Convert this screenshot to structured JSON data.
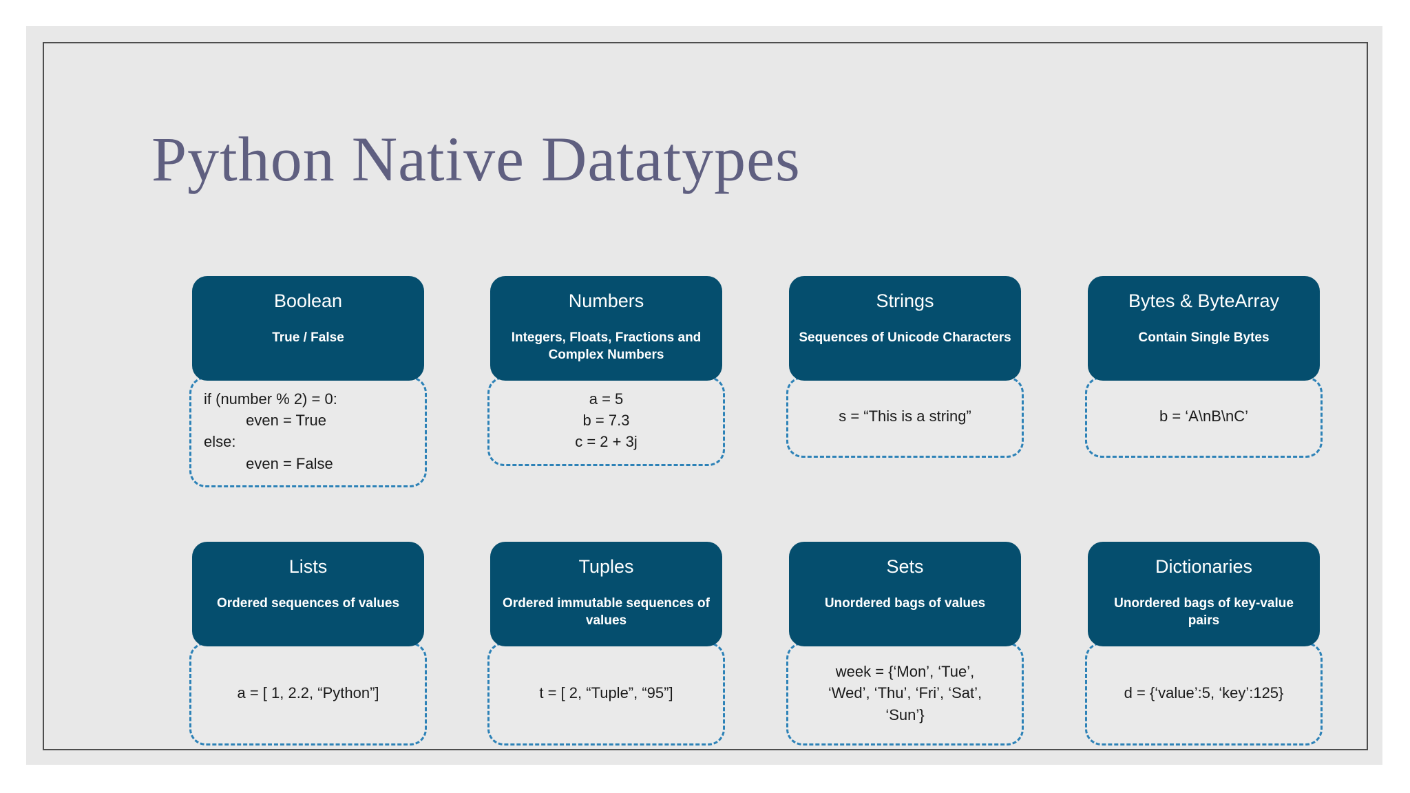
{
  "page": {
    "title": "Python Native Datatypes",
    "background_color": "#e8e8e8",
    "title_color": "#5f5f80",
    "card_header_color": "#054e6e",
    "dashed_border_color": "#2d82b7"
  },
  "cards": [
    {
      "name": "boolean",
      "title": "Boolean",
      "subtitle": "True / False",
      "code_lines": [
        "if (number % 2) = 0:",
        "          even = True",
        "else:",
        "          even = False"
      ],
      "code_align": "left"
    },
    {
      "name": "numbers",
      "title": "Numbers",
      "subtitle": "Integers, Floats, Fractions and Complex Numbers",
      "code_lines": [
        "a = 5",
        "b = 7.3",
        "c = 2 + 3j"
      ],
      "code_align": "center"
    },
    {
      "name": "strings",
      "title": "Strings",
      "subtitle": "Sequences of Unicode Characters",
      "code_lines": [
        "s = “This is a string”"
      ],
      "code_align": "center"
    },
    {
      "name": "bytes-bytearray",
      "title": "Bytes & ByteArray",
      "subtitle": "Contain Single Bytes",
      "code_lines": [
        "b = ‘A\\nB\\nC’"
      ],
      "code_align": "center"
    },
    {
      "name": "lists",
      "title": "Lists",
      "subtitle": "Ordered sequences of values",
      "code_lines": [
        "a = [ 1, 2.2, “Python”]"
      ],
      "code_align": "center"
    },
    {
      "name": "tuples",
      "title": "Tuples",
      "subtitle": "Ordered immutable sequences of values",
      "code_lines": [
        "t = [ 2, “Tuple”, “95”]"
      ],
      "code_align": "center"
    },
    {
      "name": "sets",
      "title": "Sets",
      "subtitle": "Unordered bags of values",
      "code_lines": [
        "week = {‘Mon’, ‘Tue’,",
        "‘Wed’, ‘Thu’, ‘Fri’, ‘Sat’,",
        "‘Sun’}"
      ],
      "code_align": "center"
    },
    {
      "name": "dictionaries",
      "title": "Dictionaries",
      "subtitle": "Unordered bags of key-value pairs",
      "code_lines": [
        "d = {‘value’:5, ‘key’:125}"
      ],
      "code_align": "center"
    }
  ]
}
